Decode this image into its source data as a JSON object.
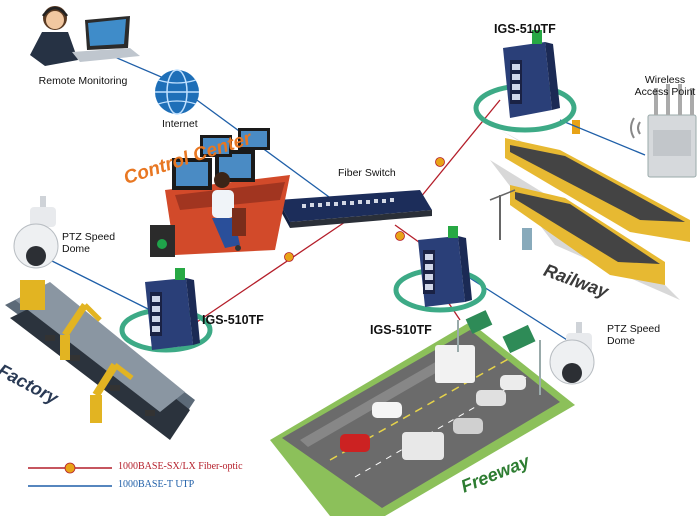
{
  "labels": {
    "remote_monitoring": "Remote Monitoring",
    "internet": "Internet",
    "control_center": "Control Center",
    "fiber_switch": "Fiber Switch",
    "wireless_ap_line1": "Wireless",
    "wireless_ap_line2": "Access Point",
    "railway": "Railway",
    "factory": "Factory",
    "freeway": "Freeway",
    "ptz_left_line1": "PTZ Speed",
    "ptz_left_line2": "Dome",
    "ptz_right_line1": "PTZ Speed",
    "ptz_right_line2": "Dome",
    "switch_top": "IGS-510TF",
    "switch_left": "IGS-510TF",
    "switch_mid": "IGS-510TF"
  },
  "legend": {
    "fiber": "1000BASE-SX/LX Fiber-optic",
    "utp": "1000BASE-T UTP"
  },
  "colors": {
    "fiber": "#b41e2a",
    "utp": "#1f5fa8",
    "ring": "#3daa86",
    "control_center": "#e87722",
    "railway": "#3a3a3a",
    "freeway": "#2e7d32",
    "factory": "#2a3a55"
  }
}
